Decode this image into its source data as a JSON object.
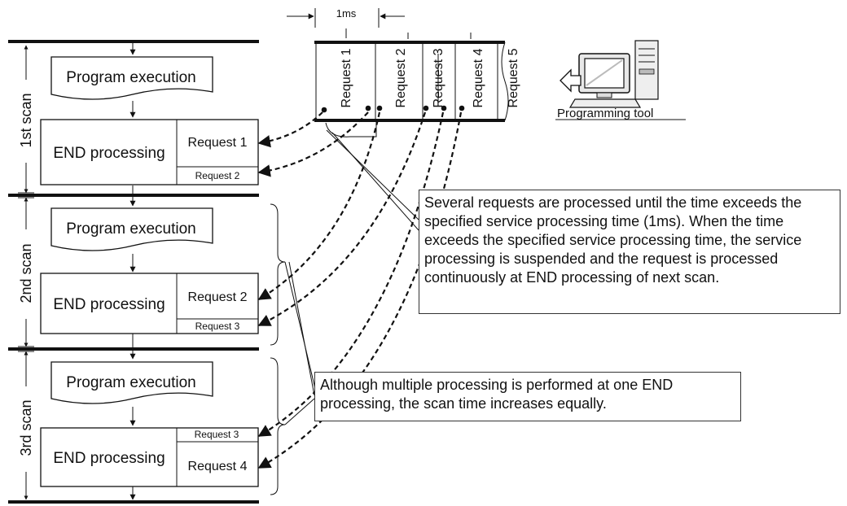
{
  "timing": {
    "label": "1ms"
  },
  "stream": {
    "requests": [
      "Request 1",
      "Request 2",
      "Request 3",
      "Request 4",
      "Request 5"
    ]
  },
  "tool": {
    "label": "Programming tool"
  },
  "scans": [
    {
      "label": "1st scan",
      "program": "Program execution",
      "end": "END processing",
      "req_big": "Request 1",
      "req_small": "Request 2"
    },
    {
      "label": "2nd scan",
      "program": "Program execution",
      "end": "END processing",
      "req_big": "Request 2",
      "req_small": "Request 3"
    },
    {
      "label": "3rd scan",
      "program": "Program execution",
      "end": "END processing",
      "req_small": "Request 3",
      "req_big": "Request 4"
    }
  ],
  "notes": {
    "service": "Several requests are processed until the time exceeds the specified service processing time (1ms). When the time exceeds the specified service processing time, the service processing is suspended and the request is processed continuously at END processing of next scan.",
    "multi": "Although multiple processing is performed at one END processing, the scan time increases equally."
  }
}
